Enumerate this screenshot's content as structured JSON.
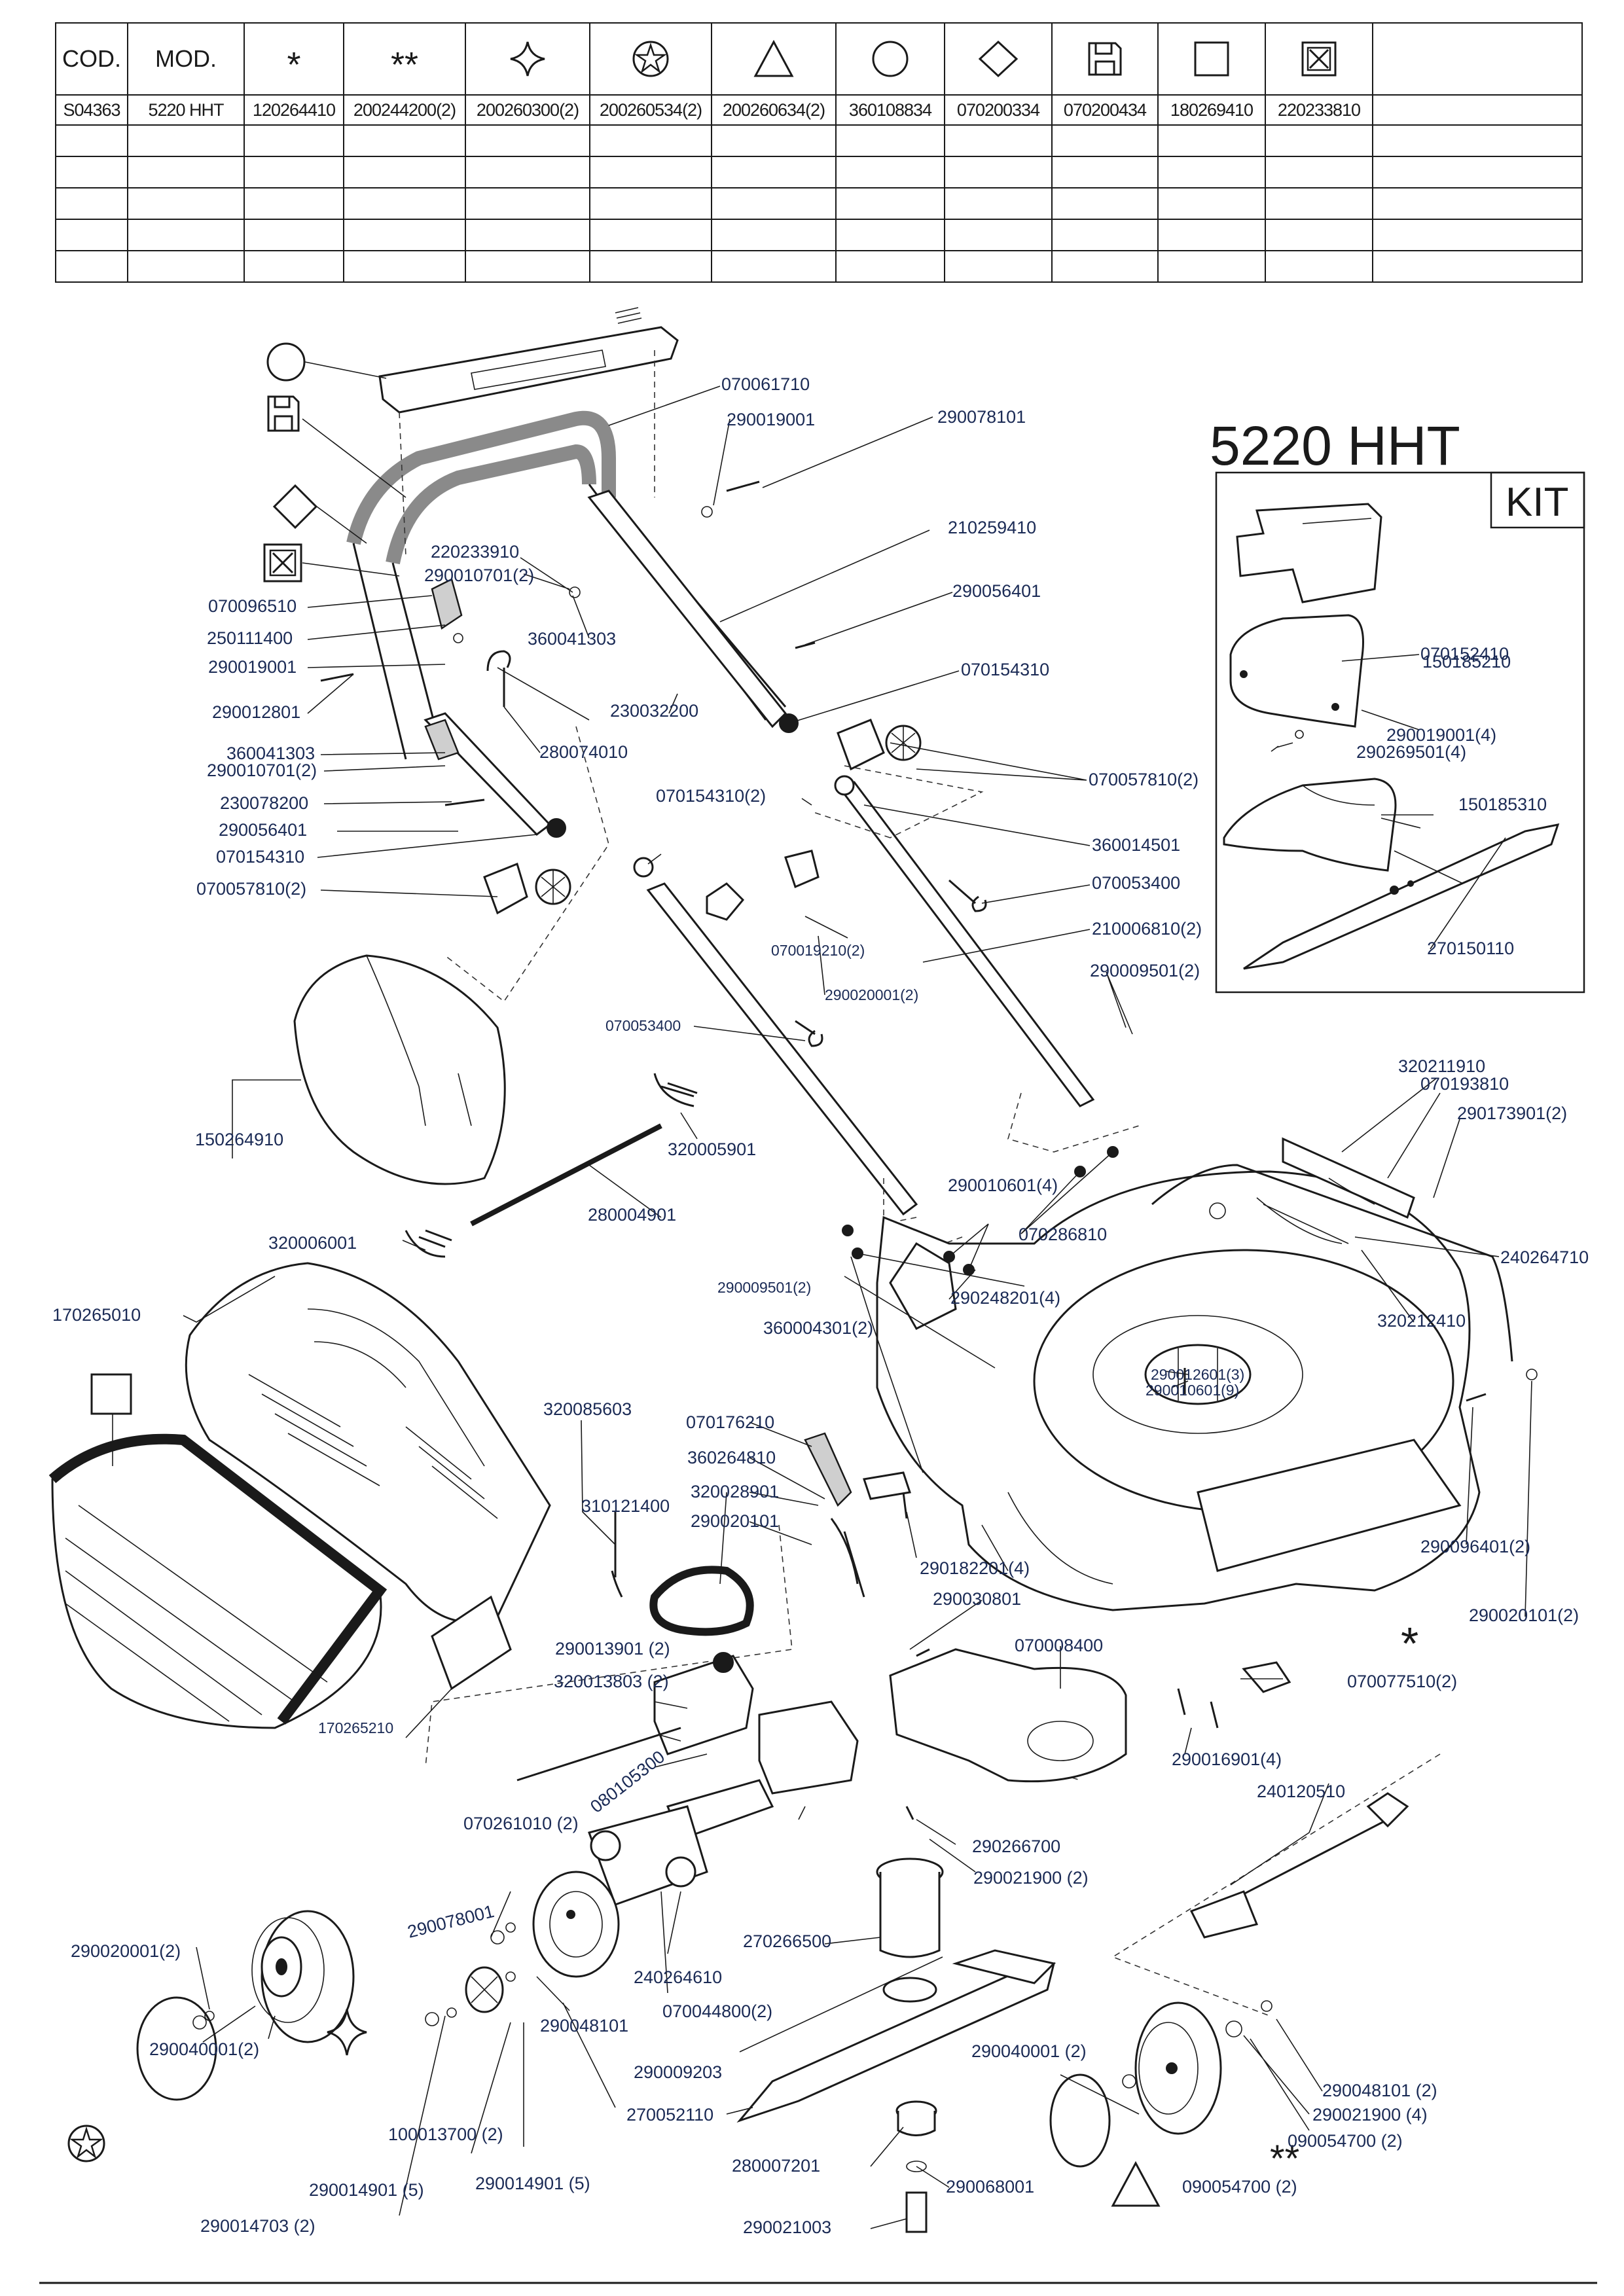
{
  "table": {
    "headers": [
      "COD.",
      "MOD.",
      "*",
      "**",
      "sym-star4",
      "sym-star-circle",
      "sym-triangle",
      "sym-circle",
      "sym-diamond",
      "sym-floppy",
      "sym-square",
      "sym-crossbox",
      ""
    ],
    "header_text": {
      "cod": "COD.",
      "mod": "MOD.",
      "star1": "*",
      "star2": "**"
    },
    "row": [
      "S04363",
      "5220 HHT",
      "120264410",
      "200244200(2)",
      "200260300(2)",
      "200260534(2)",
      "200260634(2)",
      "360108834",
      "070200334",
      "070200434",
      "180269410",
      "220233810",
      ""
    ],
    "empty_rows": 5
  },
  "model_title": "5220 HHT",
  "kit_label": "KIT",
  "star_marks": {
    "single": "*",
    "double": "**"
  },
  "labels": [
    {
      "id": "l1",
      "text": "070061710"
    },
    {
      "id": "l2",
      "text": "290019001"
    },
    {
      "id": "l3",
      "text": "290078101"
    },
    {
      "id": "l4",
      "text": "210259410"
    },
    {
      "id": "l5",
      "text": "220233910"
    },
    {
      "id": "l6",
      "text": "290010701(2)"
    },
    {
      "id": "l7",
      "text": "070096510"
    },
    {
      "id": "l8",
      "text": "250111400"
    },
    {
      "id": "l9",
      "text": "290019001"
    },
    {
      "id": "l10",
      "text": "360041303"
    },
    {
      "id": "l11",
      "text": "290056401"
    },
    {
      "id": "l12",
      "text": "290012801"
    },
    {
      "id": "l13",
      "text": "230032200"
    },
    {
      "id": "l14",
      "text": "070154310"
    },
    {
      "id": "l15",
      "text": "280074010"
    },
    {
      "id": "l16",
      "text": "360041303"
    },
    {
      "id": "l17",
      "text": "290010701(2)"
    },
    {
      "id": "l18",
      "text": "230078200"
    },
    {
      "id": "l19",
      "text": "290056401"
    },
    {
      "id": "l20",
      "text": "070154310"
    },
    {
      "id": "l21",
      "text": "070057810(2)"
    },
    {
      "id": "l22",
      "text": "070154310(2)"
    },
    {
      "id": "l23",
      "text": "070057810(2)"
    },
    {
      "id": "l24",
      "text": "360014501"
    },
    {
      "id": "l25",
      "text": "070053400"
    },
    {
      "id": "l26",
      "text": "070019210(2)"
    },
    {
      "id": "l27",
      "text": "210006810(2)"
    },
    {
      "id": "l28",
      "text": "290020001(2)"
    },
    {
      "id": "l29",
      "text": "290009501(2)"
    },
    {
      "id": "l30",
      "text": "070053400"
    },
    {
      "id": "l31",
      "text": "150264910"
    },
    {
      "id": "l32",
      "text": "320005901"
    },
    {
      "id": "l33",
      "text": "280004901"
    },
    {
      "id": "l34",
      "text": "320006001"
    },
    {
      "id": "l35",
      "text": "290010601(4)"
    },
    {
      "id": "l36",
      "text": "070286810"
    },
    {
      "id": "l37",
      "text": "290009501(2)"
    },
    {
      "id": "l38",
      "text": "290248201(4)"
    },
    {
      "id": "l39",
      "text": "360004301(2)"
    },
    {
      "id": "l40",
      "text": "320211910"
    },
    {
      "id": "l41",
      "text": "070193810"
    },
    {
      "id": "l42",
      "text": "290173901(2)"
    },
    {
      "id": "l43",
      "text": "240264710"
    },
    {
      "id": "l44",
      "text": "320212410"
    },
    {
      "id": "l45",
      "text": "290012601(3)"
    },
    {
      "id": "l46",
      "text": "290010601(9)"
    },
    {
      "id": "l47",
      "text": "170265010"
    },
    {
      "id": "l48",
      "text": "320085603"
    },
    {
      "id": "l49",
      "text": "070176210"
    },
    {
      "id": "l50",
      "text": "360264810"
    },
    {
      "id": "l51",
      "text": "310121400"
    },
    {
      "id": "l52",
      "text": "320028901"
    },
    {
      "id": "l53",
      "text": "290020101"
    },
    {
      "id": "l54",
      "text": "290182201(4)"
    },
    {
      "id": "l55",
      "text": "290096401(2)"
    },
    {
      "id": "l56",
      "text": "290020101(2)"
    },
    {
      "id": "l57",
      "text": "290030801"
    },
    {
      "id": "l58",
      "text": "070008400"
    },
    {
      "id": "l59",
      "text": "290013901 (2)"
    },
    {
      "id": "l60",
      "text": "320013803 (2)"
    },
    {
      "id": "l61",
      "text": "070077510(2)"
    },
    {
      "id": "l62",
      "text": "170265210"
    },
    {
      "id": "l63",
      "text": "080105300"
    },
    {
      "id": "l64",
      "text": "290016901(4)"
    },
    {
      "id": "l65",
      "text": "240120510"
    },
    {
      "id": "l66",
      "text": "070261010 (2)"
    },
    {
      "id": "l67",
      "text": "290266700"
    },
    {
      "id": "l68",
      "text": "290078001"
    },
    {
      "id": "l69",
      "text": "290021900 (2)"
    },
    {
      "id": "l70",
      "text": "290020001(2)"
    },
    {
      "id": "l71",
      "text": "270266500"
    },
    {
      "id": "l72",
      "text": "240264610"
    },
    {
      "id": "l73",
      "text": "290048101"
    },
    {
      "id": "l74",
      "text": "070044800(2)"
    },
    {
      "id": "l75",
      "text": "290040001(2)"
    },
    {
      "id": "l76",
      "text": "290009203"
    },
    {
      "id": "l77",
      "text": "290040001 (2)"
    },
    {
      "id": "l78",
      "text": "290048101 (2)"
    },
    {
      "id": "l79",
      "text": "290021900 (4)"
    },
    {
      "id": "l80",
      "text": "100013700 (2)"
    },
    {
      "id": "l81",
      "text": "270052110"
    },
    {
      "id": "l82",
      "text": "090054700 (2)"
    },
    {
      "id": "l83",
      "text": "280007201"
    },
    {
      "id": "l84",
      "text": "290014901 (5)"
    },
    {
      "id": "l85",
      "text": "290014901 (5)"
    },
    {
      "id": "l86",
      "text": "290068001"
    },
    {
      "id": "l87",
      "text": "090054700 (2)"
    },
    {
      "id": "l88",
      "text": "290014703 (2)"
    },
    {
      "id": "l89",
      "text": "290021003"
    },
    {
      "id": "k1",
      "text": "070152410"
    },
    {
      "id": "k2",
      "text": "150185210"
    },
    {
      "id": "k3",
      "text": "290019001(4)"
    },
    {
      "id": "k4",
      "text": "290269501(4)"
    },
    {
      "id": "k5",
      "text": "150185310"
    },
    {
      "id": "k6",
      "text": "270150110"
    }
  ]
}
